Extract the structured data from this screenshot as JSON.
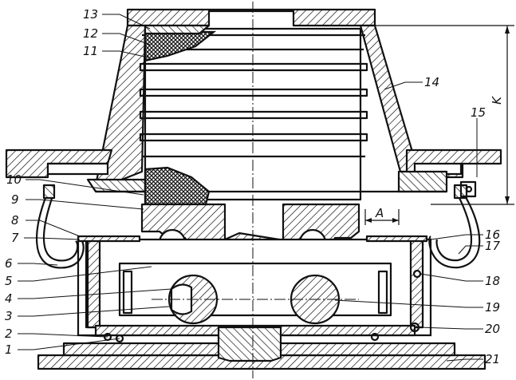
{
  "drawing": {
    "callouts": [
      "1",
      "2",
      "3",
      "4",
      "5",
      "6",
      "7",
      "8",
      "9",
      "10",
      "11",
      "12",
      "13",
      "14",
      "15",
      "16",
      "17",
      "18",
      "19",
      "20",
      "21"
    ],
    "dimension_label": "K",
    "section_label": "A"
  }
}
